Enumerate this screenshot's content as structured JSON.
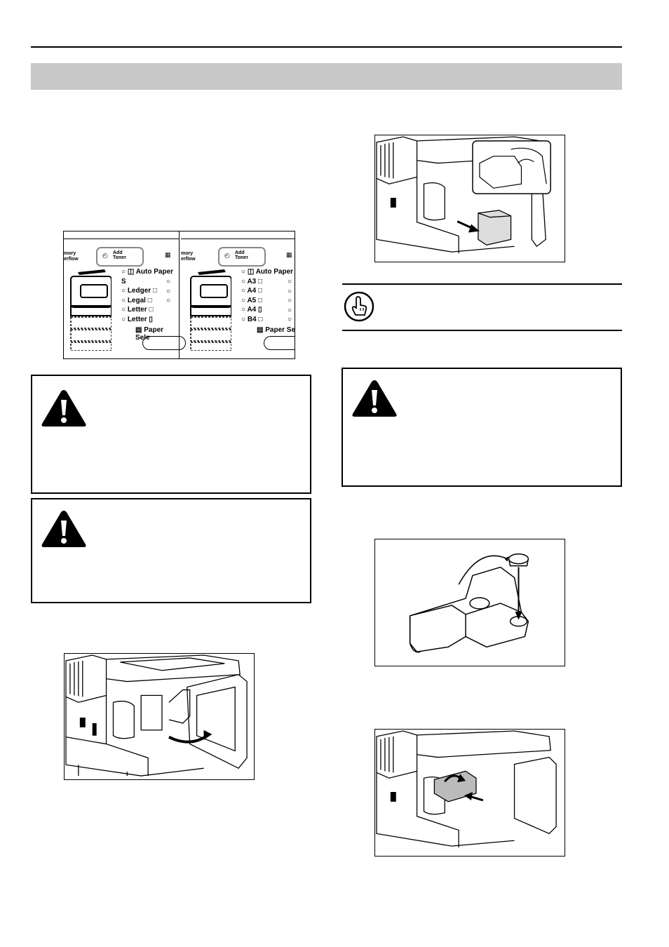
{
  "panel_left": {
    "memory_overflow": [
      "mory",
      "erflow"
    ],
    "add_toner": [
      "Add",
      "Toner"
    ],
    "paper_items": [
      "Auto Paper S",
      "Ledger",
      "Legal",
      "Letter",
      "Letter"
    ],
    "paper_select": "Paper Sele"
  },
  "panel_right": {
    "memory_overflow": [
      "mory",
      "erflow"
    ],
    "add_toner": [
      "Add",
      "Toner"
    ],
    "paper_items": [
      "Auto Paper",
      "A3",
      "A4",
      "A5",
      "A4",
      "B4"
    ],
    "paper_select": "Paper Se"
  },
  "icons": {
    "warning": "warning-triangle-icon",
    "note": "pointing-hand-icon"
  }
}
